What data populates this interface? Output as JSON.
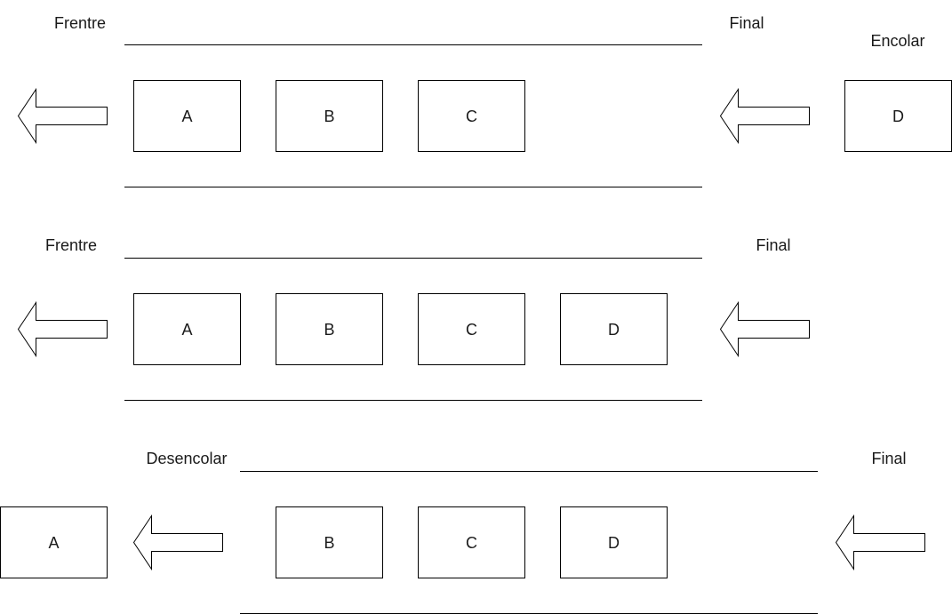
{
  "rows": [
    {
      "labels": {
        "front": "Frentre",
        "end": "Final",
        "operation": "Encolar"
      },
      "queue_items": [
        "A",
        "B",
        "C"
      ],
      "incoming_item": "D"
    },
    {
      "labels": {
        "front": "Frentre",
        "end": "Final"
      },
      "queue_items": [
        "A",
        "B",
        "C",
        "D"
      ]
    },
    {
      "labels": {
        "operation": "Desencolar",
        "end": "Final"
      },
      "queue_items": [
        "B",
        "C",
        "D"
      ],
      "outgoing_item": "A"
    }
  ]
}
